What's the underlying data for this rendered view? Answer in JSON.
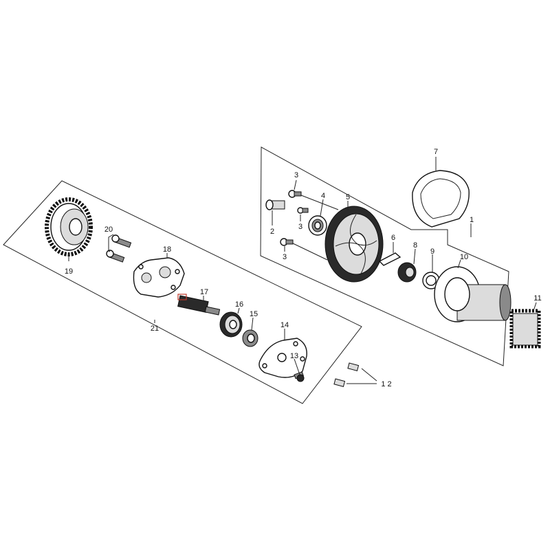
{
  "labels": {
    "p1": "1",
    "p2": "2",
    "p3a": "3",
    "p3b": "3",
    "p3c": "3",
    "p4": "4",
    "p5": "5",
    "p6": "6",
    "p7": "7",
    "p8": "8",
    "p9": "9",
    "p10": "10",
    "p11": "11",
    "p12": "1 2",
    "p13": "13",
    "p14": "14",
    "p15": "15",
    "p16": "16",
    "p17": "17",
    "p18": "18",
    "p19": "19",
    "p20": "20",
    "p21": "21"
  }
}
